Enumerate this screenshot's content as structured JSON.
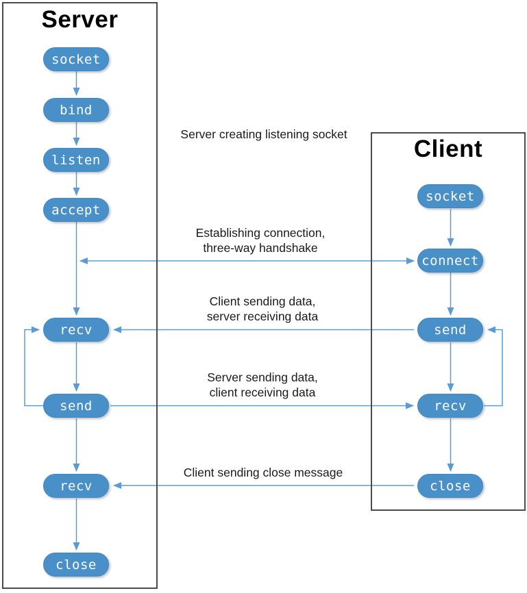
{
  "server": {
    "title": "Server",
    "nodes": [
      "socket",
      "bind",
      "listen",
      "accept",
      "recv",
      "send",
      "recv",
      "close"
    ]
  },
  "client": {
    "title": "Client",
    "nodes": [
      "socket",
      "connect",
      "send",
      "recv",
      "close"
    ]
  },
  "annotations": {
    "listening": "Server creating listening socket",
    "handshake1": "Establishing connection,",
    "handshake2": "three-way handshake",
    "data_c2s1": "Client sending data,",
    "data_c2s2": "server receiving data",
    "data_s2c1": "Server sending data,",
    "data_s2c2": "client receiving data",
    "close_msg": "Client sending close message"
  },
  "edges": [
    {
      "from": "server.socket",
      "to": "server.bind"
    },
    {
      "from": "server.bind",
      "to": "server.listen"
    },
    {
      "from": "server.listen",
      "to": "server.accept"
    },
    {
      "from": "server.accept",
      "to": "server.recv"
    },
    {
      "from": "server.recv",
      "to": "server.send"
    },
    {
      "from": "server.send",
      "to": "server.recv2"
    },
    {
      "from": "server.recv2",
      "to": "server.close"
    },
    {
      "from": "client.socket",
      "to": "client.connect"
    },
    {
      "from": "client.connect",
      "to": "client.send"
    },
    {
      "from": "client.send",
      "to": "client.recv"
    },
    {
      "from": "client.recv",
      "to": "client.close"
    },
    {
      "from": "server.accept",
      "to": "client.connect",
      "bidirectional": true,
      "label": "Establishing connection, three-way handshake"
    },
    {
      "from": "client.send",
      "to": "server.recv",
      "label": "Client sending data, server receiving data"
    },
    {
      "from": "server.send",
      "to": "client.recv",
      "label": "Server sending data, client receiving data"
    },
    {
      "from": "client.close",
      "to": "server.recv2",
      "label": "Client sending close message"
    },
    {
      "from": "server.send",
      "to": "server.recv",
      "loop": true
    },
    {
      "from": "client.recv",
      "to": "client.send",
      "loop": true
    }
  ],
  "colors": {
    "node_fill": "#4a90c8",
    "node_border": "#4486bd",
    "node_text": "#fdfdfd",
    "arrow": "#5b9bd5",
    "box_border": "#4a4a4a",
    "label_text": "#1a1a1a",
    "background": "#ffffff"
  }
}
